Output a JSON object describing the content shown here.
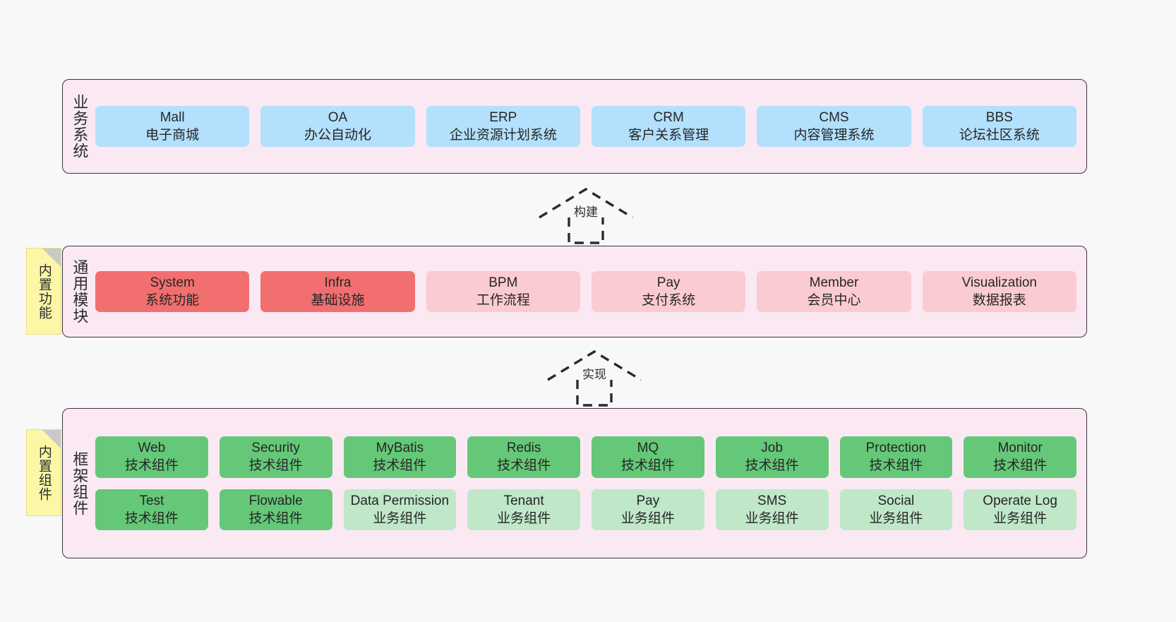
{
  "diagram": {
    "background_color": "#f8f8f8",
    "layer_fill": "#fae9f3",
    "layer_border": "#3c3540",
    "sticky_color": "#fbf7a6",
    "colors": {
      "blue": "#b3e0fc",
      "red": "#f26f6f",
      "pink": "#fbcbd2",
      "green": "#64c878",
      "green_light": "#bfe7c8"
    }
  },
  "layers": [
    {
      "id": "business-systems",
      "label": "业务系统",
      "rows": [
        {
          "nodes": [
            {
              "en": "Mall",
              "cn": "电子商城",
              "color": "blue"
            },
            {
              "en": "OA",
              "cn": "办公自动化",
              "color": "blue"
            },
            {
              "en": "ERP",
              "cn": "企业资源计划系统",
              "color": "blue"
            },
            {
              "en": "CRM",
              "cn": "客户关系管理",
              "color": "blue"
            },
            {
              "en": "CMS",
              "cn": "内容管理系统",
              "color": "blue"
            },
            {
              "en": "BBS",
              "cn": "论坛社区系统",
              "color": "blue"
            }
          ]
        }
      ]
    },
    {
      "id": "common-modules",
      "label": "通用模块",
      "sticky": "内置功能",
      "rows": [
        {
          "nodes": [
            {
              "en": "System",
              "cn": "系统功能",
              "color": "red"
            },
            {
              "en": "Infra",
              "cn": "基础设施",
              "color": "red"
            },
            {
              "en": "BPM",
              "cn": "工作流程",
              "color": "pink"
            },
            {
              "en": "Pay",
              "cn": "支付系统",
              "color": "pink"
            },
            {
              "en": "Member",
              "cn": "会员中心",
              "color": "pink"
            },
            {
              "en": "Visualization",
              "cn": "数据报表",
              "color": "pink"
            }
          ]
        }
      ]
    },
    {
      "id": "framework-components",
      "label": "框架组件",
      "sticky": "内置组件",
      "rows": [
        {
          "nodes": [
            {
              "en": "Web",
              "cn": "技术组件",
              "color": "green"
            },
            {
              "en": "Security",
              "cn": "技术组件",
              "color": "green"
            },
            {
              "en": "MyBatis",
              "cn": "技术组件",
              "color": "green"
            },
            {
              "en": "Redis",
              "cn": "技术组件",
              "color": "green"
            },
            {
              "en": "MQ",
              "cn": "技术组件",
              "color": "green"
            },
            {
              "en": "Job",
              "cn": "技术组件",
              "color": "green"
            },
            {
              "en": "Protection",
              "cn": "技术组件",
              "color": "green"
            },
            {
              "en": "Monitor",
              "cn": "技术组件",
              "color": "green"
            }
          ]
        },
        {
          "nodes": [
            {
              "en": "Test",
              "cn": "技术组件",
              "color": "green"
            },
            {
              "en": "Flowable",
              "cn": "技术组件",
              "color": "green"
            },
            {
              "en": "Data Permission",
              "cn": "业务组件",
              "color": "greenlight",
              "wrap": true
            },
            {
              "en": "Tenant",
              "cn": "业务组件",
              "color": "greenlight"
            },
            {
              "en": "Pay",
              "cn": "业务组件",
              "color": "greenlight"
            },
            {
              "en": "SMS",
              "cn": "业务组件",
              "color": "greenlight"
            },
            {
              "en": "Social",
              "cn": "业务组件",
              "color": "greenlight"
            },
            {
              "en": "Operate Log",
              "cn": "业务组件",
              "color": "greenlight"
            }
          ]
        }
      ]
    }
  ],
  "connectors": [
    {
      "id": "build",
      "label": "构建"
    },
    {
      "id": "realize",
      "label": "实现"
    }
  ]
}
